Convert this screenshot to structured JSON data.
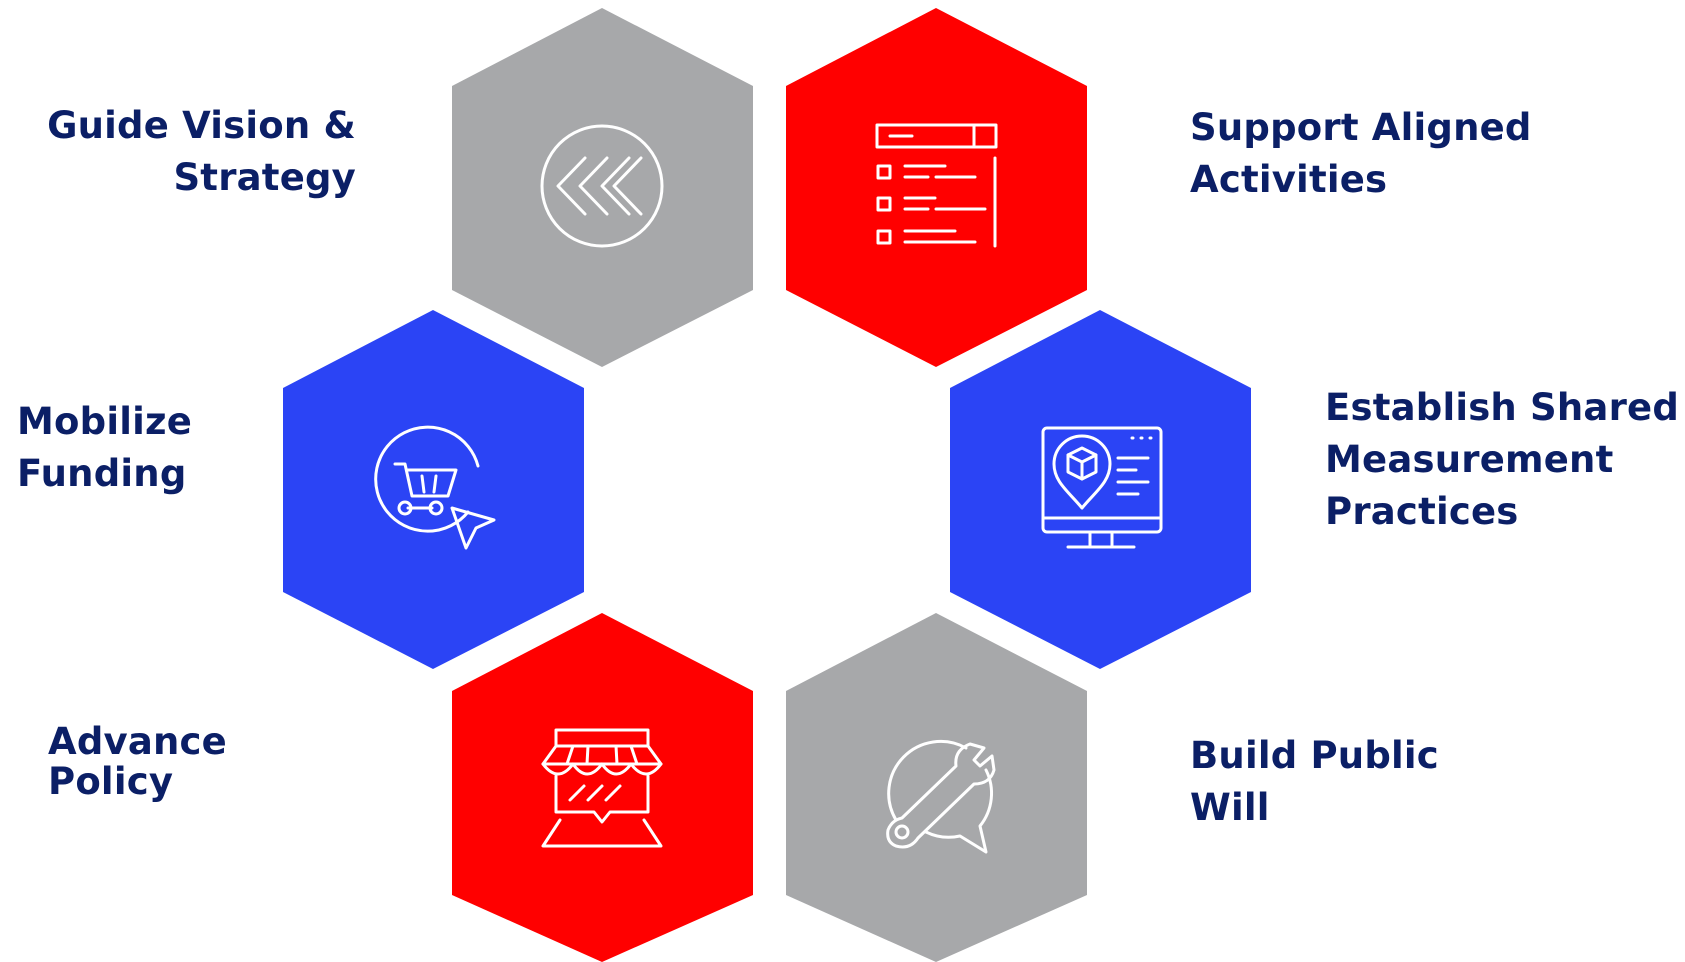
{
  "colors": {
    "navy_text": "#0b1f66",
    "gray": "#a7a8aa",
    "red": "#ff0000",
    "blue": "#2b44f5",
    "icon_stroke": "#ffffff"
  },
  "hexagons": [
    {
      "label": [
        "Guide Vision &",
        "Strategy"
      ],
      "color": "gray",
      "icon": "double-chevron-left-circle-icon"
    },
    {
      "label": [
        "Support Aligned",
        "Activities"
      ],
      "color": "red",
      "icon": "checklist-window-icon"
    },
    {
      "label": [
        "Mobilize",
        "Funding"
      ],
      "color": "blue",
      "icon": "shopping-cart-cursor-icon"
    },
    {
      "label": [
        "Establish Shared",
        "Measurement",
        "Practices"
      ],
      "color": "blue",
      "icon": "monitor-location-box-icon"
    },
    {
      "label": [
        "Advance",
        "Policy"
      ],
      "color": "red",
      "icon": "storefront-location-icon"
    },
    {
      "label": [
        "Build Public",
        "Will"
      ],
      "color": "gray",
      "icon": "wrench-speech-bubble-icon"
    }
  ]
}
